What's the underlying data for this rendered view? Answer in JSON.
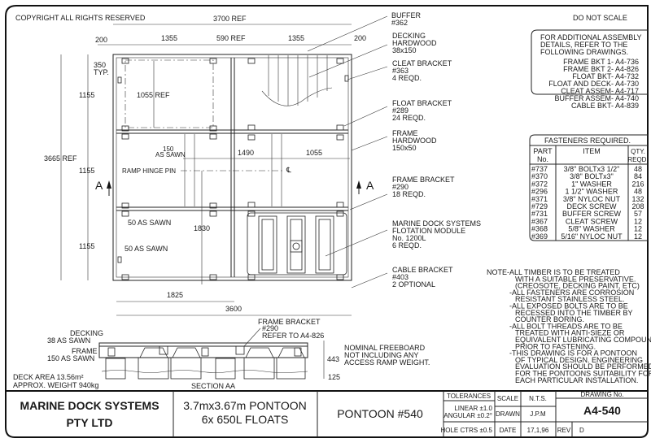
{
  "header": {
    "copyright": "COPYRIGHT ALL RIGHTS RESERVED",
    "do_not_scale": "DO NOT SCALE"
  },
  "plan": {
    "dims": {
      "overall_width": "3700 REF",
      "left_200": "200",
      "span1": "1355",
      "center": "590 REF",
      "span2": "1355",
      "right_200": "200",
      "height": "3665 REF",
      "bay1": "1155",
      "bay2": "1155",
      "bay3": "1155",
      "spacing": "350",
      "typ": "TYP.",
      "inner": "1055 REF",
      "member": "150",
      "as_sawn": "AS SAWN",
      "w1490": "1490",
      "w1055": "1055",
      "hinge": "RAMP HINGE PIN",
      "cl": "℄",
      "sawn50a": "50 AS SAWN",
      "sawn50b": "50 AS SAWN",
      "d1830": "1830",
      "d1825": "1825",
      "d3600": "3600",
      "section_mark": "A"
    }
  },
  "callouts": [
    [
      "BUFFER",
      "#362"
    ],
    [
      "DECKING",
      "HARDWOOD",
      "38x150"
    ],
    [
      "CLEAT BRACKET",
      "#363",
      "4 REQD."
    ],
    [
      "FLOAT BRACKET",
      "#289",
      "24 REQD."
    ],
    [
      "FRAME",
      "HARDWOOD",
      "150x50"
    ],
    [
      "FRAME BRACKET",
      "#290",
      "18 REQD."
    ],
    [
      "MARINE DOCK SYSTEMS",
      "FLOTATION MODULE",
      "No. 1200L",
      "6 REQD."
    ],
    [
      "CABLE BRACKET",
      "#403",
      "2 OPTIONAL"
    ]
  ],
  "assembly_refs": {
    "intro": [
      "FOR ADDITIONAL ASSEMBLY",
      "DETAILS, REFER TO THE",
      "FOLLOWING DRAWINGS."
    ],
    "items": [
      "FRAME BKT 1- A4-736",
      "FRAME BKT 2- A4-826",
      "FLOAT BKT- A4-732",
      "FLOAT AND DECK- A4-730",
      "CLEAT ASSEM- A4-717",
      "BUFFER ASSEM- A4-740",
      "CABLE BKT- A4-839"
    ]
  },
  "fasteners": {
    "title": "FASTENERS REQUIRED.",
    "headers": {
      "part": [
        "PART",
        "No."
      ],
      "item": "ITEM",
      "qty": [
        "QTY.",
        "REQD."
      ]
    },
    "rows": [
      [
        "#737",
        "3/8\" BOLTx3 1/2\"",
        "48"
      ],
      [
        "#370",
        "3/8\" BOLTx3\"",
        "84"
      ],
      [
        "#372",
        "1\" WASHER",
        "216"
      ],
      [
        "#296",
        "1 1/2\" WASHER",
        "48"
      ],
      [
        "#371",
        "3/8\" NYLOC NUT",
        "132"
      ],
      [
        "#729",
        "DECK SCREW",
        "208"
      ],
      [
        "#731",
        "BUFFER SCREW",
        "57"
      ],
      [
        "#367",
        "CLEAT SCREW",
        "12"
      ],
      [
        "#368",
        "5/8\" WASHER",
        "12"
      ],
      [
        "#369",
        "5/16\" NYLOC NUT",
        "12"
      ]
    ]
  },
  "notes": [
    "NOTE-ALL TIMBER IS TO BE TREATED",
    "WITH A SUITABLE PRESERVATIVE.",
    "(CREOSOTE, DECKING PAINT, ETC)",
    "-ALL FASTENERS ARE CORROSION",
    "RESISTANT STAINLESS STEEL.",
    "-ALL EXPOSED BOLTS ARE TO BE",
    "RECESSED INTO THE TIMBER BY",
    "COUNTER BORING.",
    "-ALL BOLT THREADS ARE TO BE",
    "TREATED WITH ANTI-SIEZE OR",
    "EQUIVALENT LUBRICATING COMPOUND",
    "PRIOR TO FASTENING.",
    "-THIS DRAWING IS FOR A PONTOON",
    "OF TYPICAL DESIGN. ENGINEERING",
    "EVALUATION SHOULD BE PERFORMED",
    "FOR THE PONTOONS SUITABILITY FOR",
    "EACH PARTICULAR INSTALLATION."
  ],
  "section": {
    "decking": [
      "DECKING",
      "38 AS SAWN"
    ],
    "frame": [
      "FRAME",
      "150 AS SAWN"
    ],
    "bracket": [
      "FRAME BRACKET",
      "#290",
      "REFER TO A4-826"
    ],
    "freeboard": [
      "NOMINAL FREEBOARD",
      "NOT INCLUDING ANY",
      "ACCESS RAMP WEIGHT."
    ],
    "h443": "443",
    "h125": "125",
    "title": "SECTION AA",
    "area": "DECK AREA 13.56m²",
    "weight": "APPROX. WEIGHT 940kg"
  },
  "title_block": {
    "company": [
      "MARINE DOCK SYSTEMS",
      "PTY LTD"
    ],
    "description": [
      "3.7mx3.67m PONTOON",
      "6x 650L FLOATS"
    ],
    "name": "PONTOON #540",
    "tolerances": "TOLERANCES",
    "linear": "LINEAR ±1.0",
    "angular": "ANGULAR ±0.2°",
    "hole": "HOLE CTRS ±0.5",
    "scale_label": "SCALE",
    "scale": "N.T.S.",
    "drawn_label": "DRAWN",
    "drawn": "J.P.M",
    "date_label": "DATE",
    "date": "17,1,96",
    "rev_label": "REV",
    "rev": "D",
    "dwg_label": "DRAWING No.",
    "dwg": "A4-540"
  }
}
